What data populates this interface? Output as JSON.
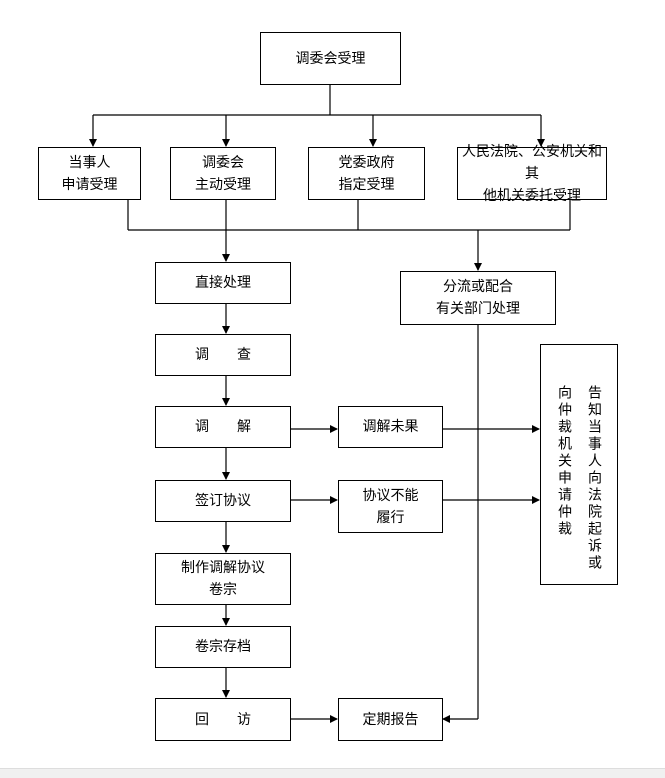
{
  "nodes": {
    "accept": "调委会受理",
    "party_apply": "当事人\n申请受理",
    "committee_initiative": "调委会\n主动受理",
    "party_gov": "党委政府\n指定受理",
    "court_police": "人民法院、公安机关和其\n他机关委托受理",
    "direct": "直接处理",
    "divert": "分流或配合\n有关部门处理",
    "investigate": "调　　查",
    "mediate": "调　　解",
    "sign": "签订协议",
    "make_file": "制作调解协议\n卷宗",
    "archive": "卷宗存档",
    "revisit": "回　　访",
    "mediation_failed": "调解未果",
    "agreement_unfulfilled": "协议不能\n履行",
    "periodic_report": "定期报告",
    "final_col1": "向仲裁机关申请仲裁",
    "final_col2": "告知当事人向法院起诉或"
  }
}
